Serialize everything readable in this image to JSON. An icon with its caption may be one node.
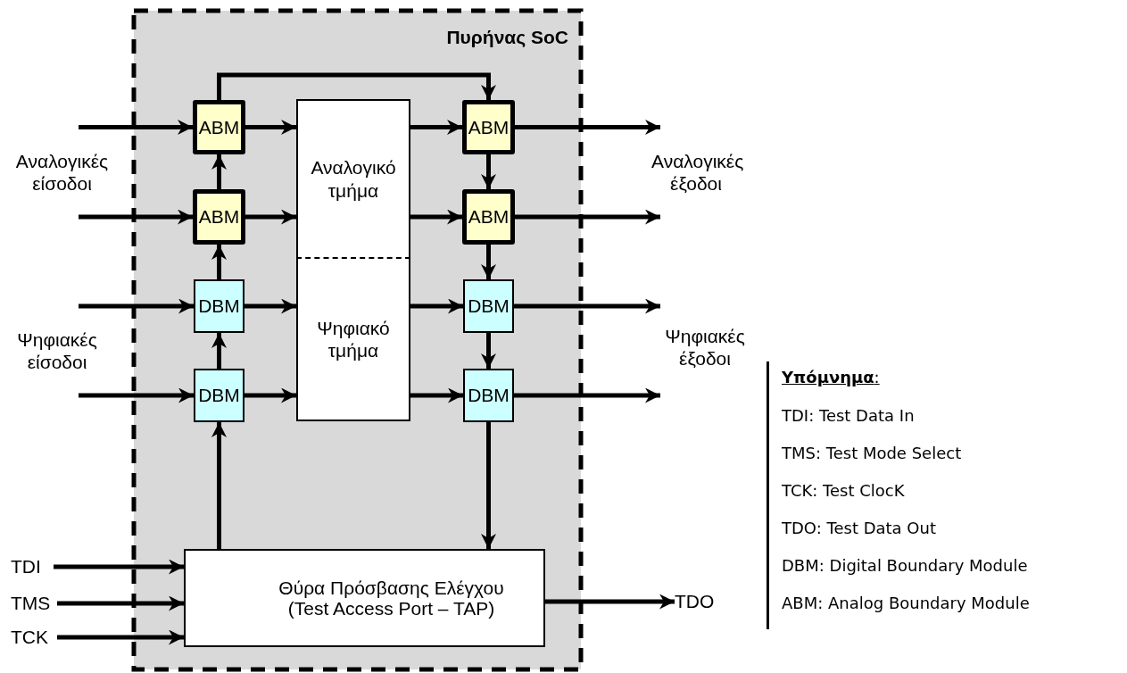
{
  "diagram": {
    "nodes": [
      {
        "text": [
          "Πυρήνας SoC"
        ]
      },
      {
        "text": [
          "ABM"
        ],
        "in": 0
      },
      {
        "text": [
          "ABM"
        ],
        "in": 0
      },
      {
        "text": [
          "DBM"
        ],
        "in": 0
      },
      {
        "text": [
          "DBM"
        ],
        "in": 0
      },
      {
        "text": [
          "Αναλογικό τμήμα"
        ],
        "in": 0
      },
      {
        "text": [
          "Ψηφιακό τμήμα"
        ],
        "in": 0
      },
      {
        "text": [
          "ABM"
        ],
        "in": 0
      },
      {
        "text": [
          "ABM"
        ],
        "in": 0
      },
      {
        "text": [
          "DBM"
        ],
        "in": 0
      },
      {
        "text": [
          "DBM"
        ],
        "in": 0
      },
      {
        "text": [
          "Θύρα Πρόσβασης Ελέγχου (Test Access Port – TAP)"
        ],
        "in": 0
      },
      {
        "text": [
          "TDI"
        ]
      },
      {
        "text": [
          "TMS"
        ]
      },
      {
        "text": [
          "TCK"
        ]
      },
      {
        "text": [
          "TDO"
        ]
      }
    ],
    "edges": [
      {
        "from": null,
        "to": 1,
        "arrow": "to"
      },
      {
        "from": null,
        "to": 2,
        "arrow": "to"
      },
      {
        "from": null,
        "to": 3,
        "arrow": "to"
      },
      {
        "from": null,
        "to": 4,
        "arrow": "to"
      },
      {
        "from": 1,
        "to": 5,
        "arrow": "to"
      },
      {
        "from": 2,
        "to": 5,
        "arrow": "to"
      },
      {
        "from": 3,
        "to": 6,
        "arrow": "to"
      },
      {
        "from": 4,
        "to": 6,
        "arrow": "to"
      },
      {
        "from": 5,
        "to": 7,
        "arrow": "to"
      },
      {
        "from": 5,
        "to": 8,
        "arrow": "to"
      },
      {
        "from": 6,
        "to": 9,
        "arrow": "to"
      },
      {
        "from": 6,
        "to": 10,
        "arrow": "to"
      },
      {
        "from": 7,
        "to": null,
        "arrow": "to"
      },
      {
        "from": 8,
        "to": null,
        "arrow": "to"
      },
      {
        "from": 9,
        "to": null,
        "arrow": "to"
      },
      {
        "from": 10,
        "to": null,
        "arrow": "to"
      },
      {
        "from": 11,
        "to": 4,
        "arrow": "to"
      },
      {
        "from": 4,
        "to": 3,
        "arrow": "to"
      },
      {
        "from": 3,
        "to": 2,
        "arrow": "to"
      },
      {
        "from": 2,
        "to": 1,
        "arrow": "to"
      },
      {
        "from": 1,
        "to": 7,
        "arrow": "to"
      },
      {
        "from": 7,
        "to": 8,
        "arrow": "to"
      },
      {
        "from": 8,
        "to": 9,
        "arrow": "to"
      },
      {
        "from": 9,
        "to": 10,
        "arrow": "to"
      },
      {
        "from": 10,
        "to": 11,
        "arrow": "to"
      },
      {
        "from": 12,
        "to": 11,
        "arrow": "to"
      },
      {
        "from": 13,
        "to": 11,
        "arrow": "to"
      },
      {
        "from": 14,
        "to": 11,
        "arrow": "to"
      },
      {
        "from": 11,
        "to": 15,
        "arrow": "to"
      }
    ],
    "labels": [
      "Αναλογικές είσοδοι",
      "Ψηφιακές είσοδοι",
      "Αναλογικές έξοδοι",
      "Ψηφιακές έξοδοι",
      "**Υπόμνημα**:",
      "TDI: Test Data In",
      "TMS: Test Mode Select",
      "TCK: Test ClocK",
      "TDO: Test Data Out",
      "DBM: Digital Boundary Module",
      "ABM: Analog Boundary Module"
    ]
  }
}
